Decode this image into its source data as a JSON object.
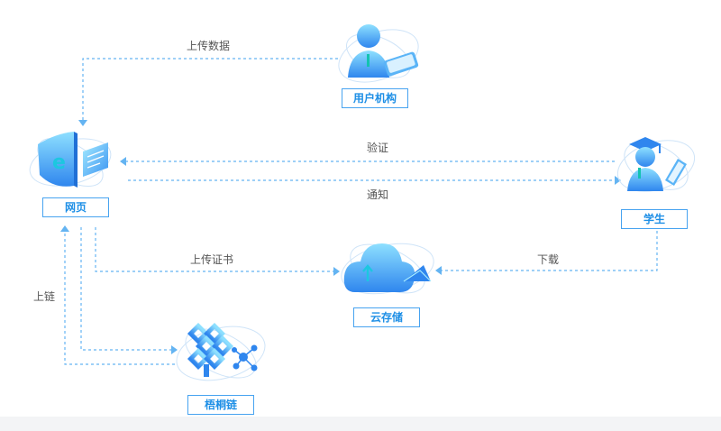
{
  "nodes": {
    "institution": {
      "label": "用户机构"
    },
    "webpage": {
      "label": "网页"
    },
    "student": {
      "label": "学生"
    },
    "cloud": {
      "label": "云存储"
    },
    "chain": {
      "label": "梧桐链"
    }
  },
  "edges": {
    "upload_data": "上传数据",
    "verify": "验证",
    "notify": "通知",
    "upload_cert": "上传证书",
    "download": "下载",
    "on_chain": "上链"
  },
  "colors": {
    "accent": "#1e8fe6",
    "line": "#64b4f2",
    "icon_light": "#8fd3ff",
    "icon_dark": "#2f8ff0"
  }
}
